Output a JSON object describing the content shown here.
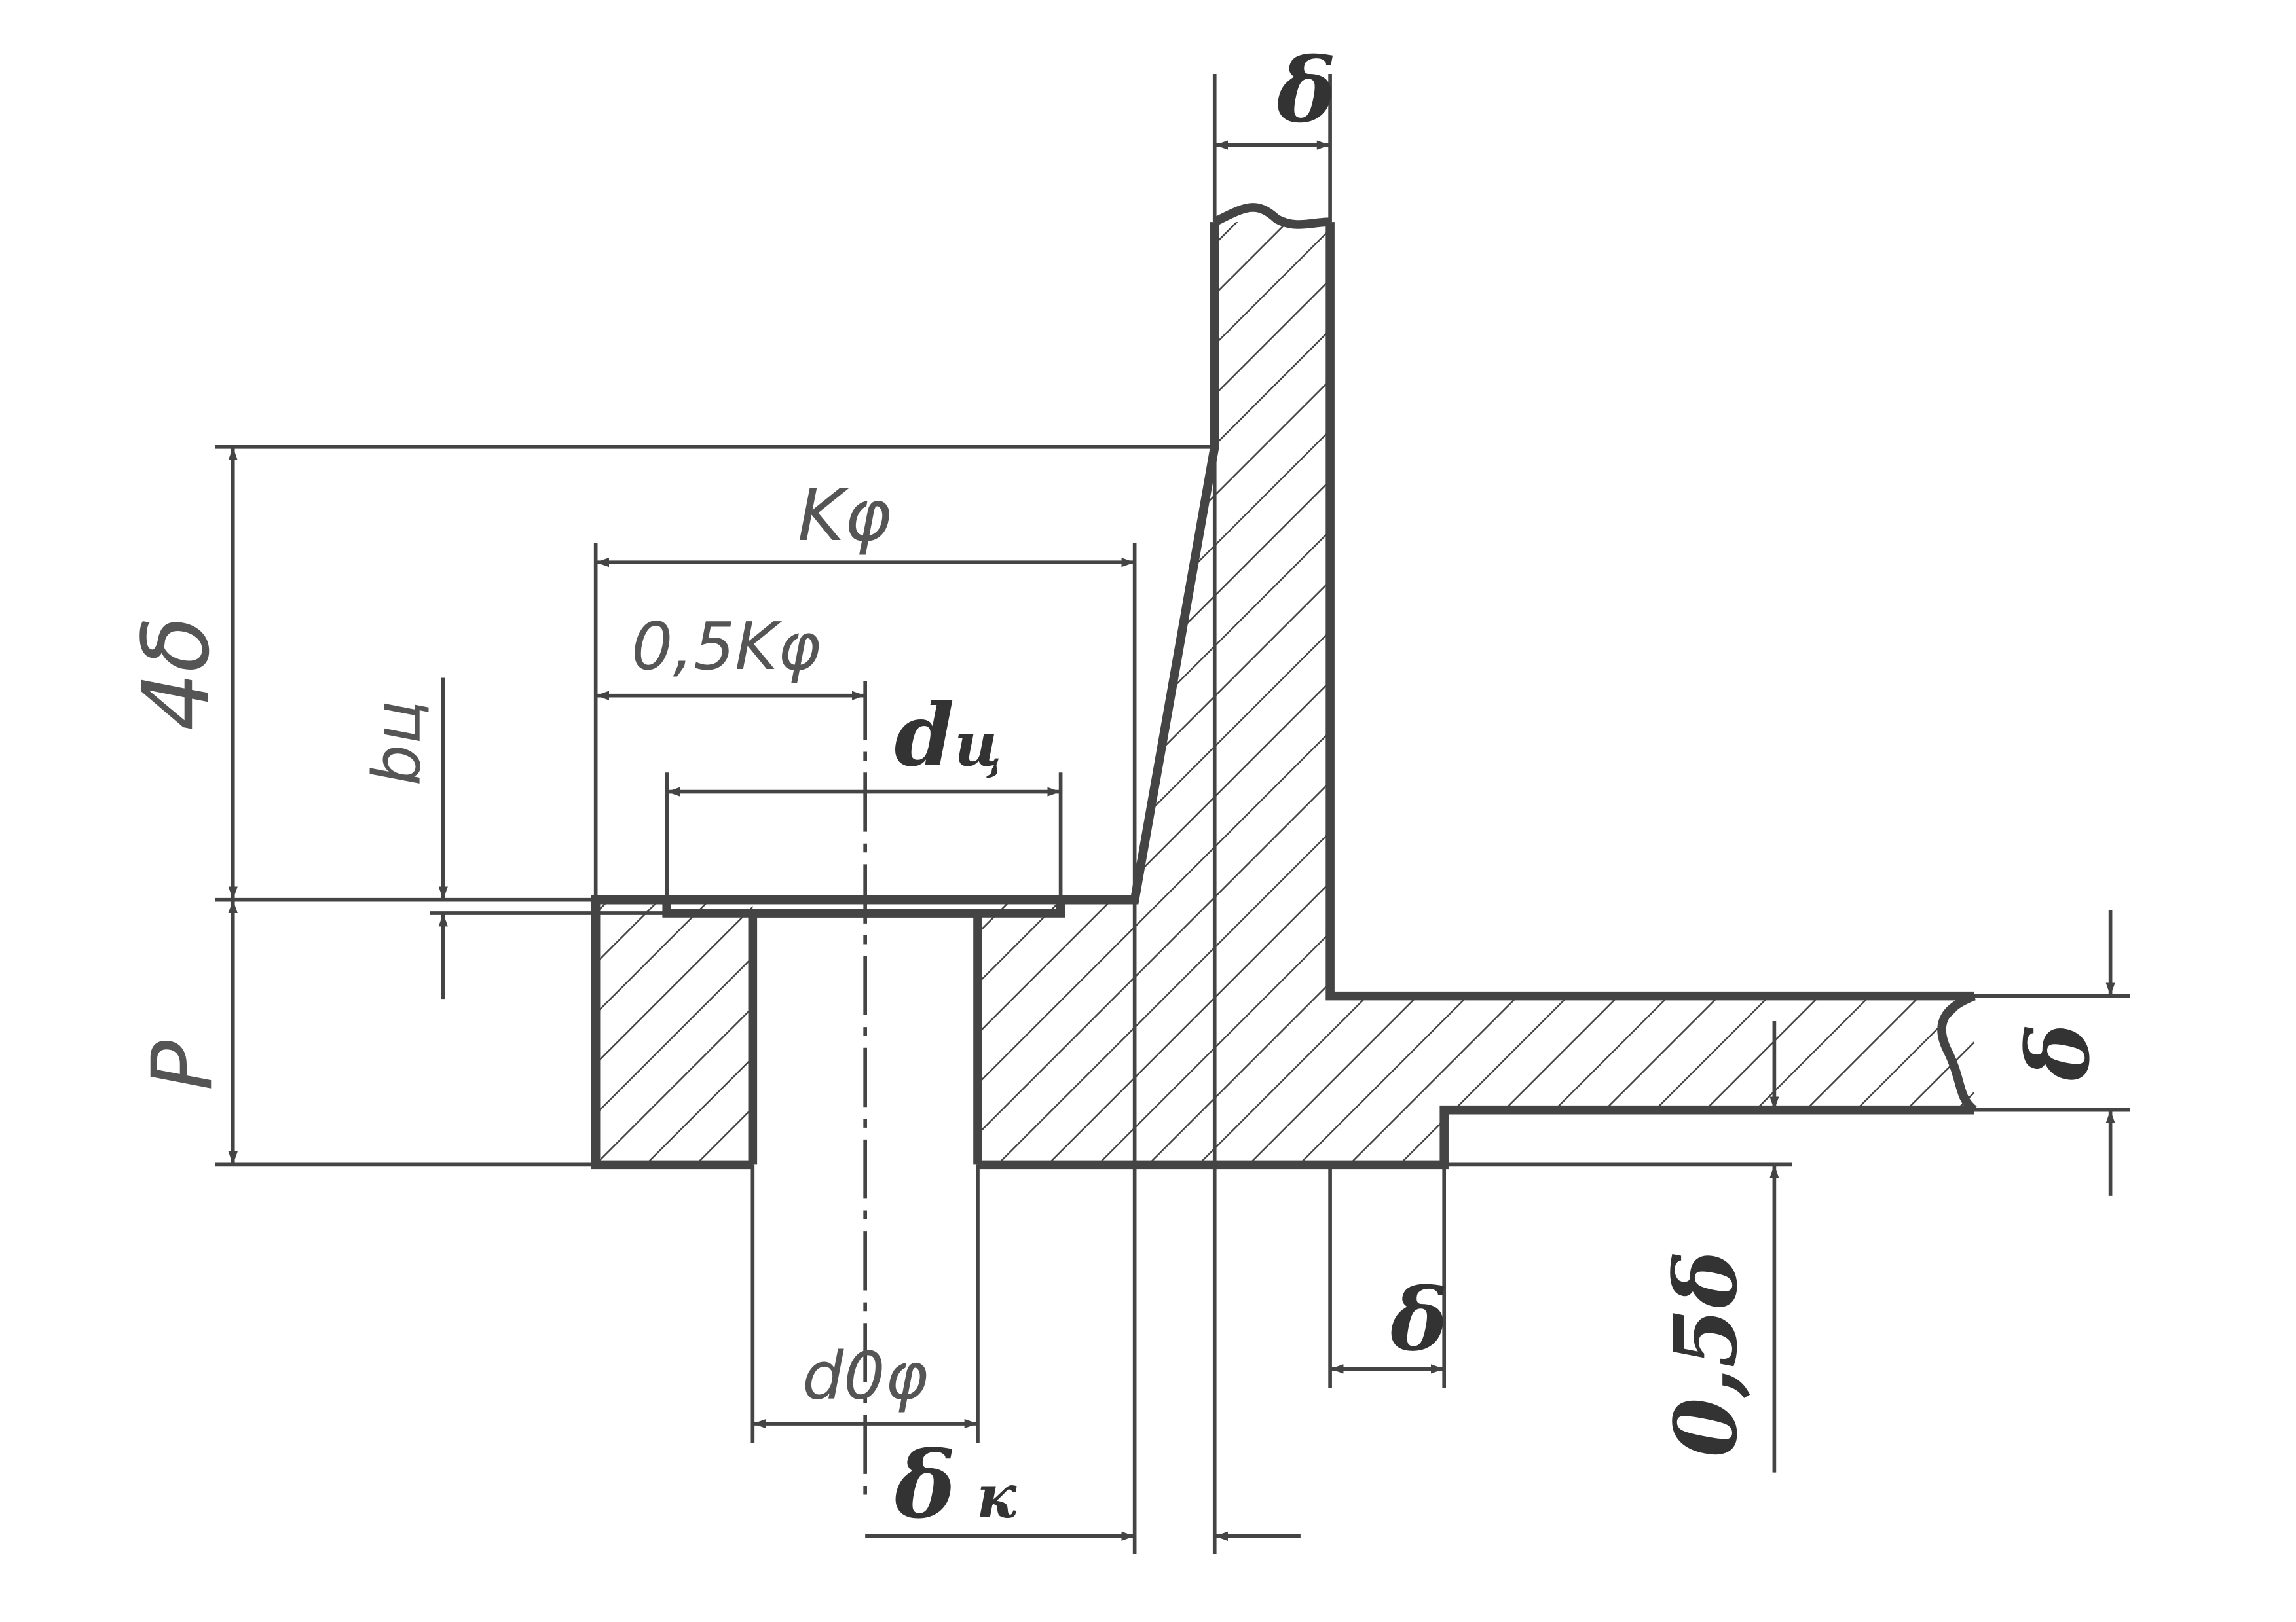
{
  "colors": {
    "line": "#444444",
    "text": "#555555",
    "background": "#ffffff"
  },
  "labels": {
    "delta_top": "δ",
    "k_f": "Kφ",
    "half_k_f": "0,5Kφ",
    "four_delta": "4δ",
    "b_c": "bц",
    "d_c_main": "d",
    "d_c_sub": "ц",
    "p": "P",
    "delta_right": "δ",
    "d0_f": "d0φ",
    "delta_bottom": "δ",
    "half_delta": "0,5δ",
    "delta_k_main": "δ",
    "delta_k_sub": "к"
  }
}
